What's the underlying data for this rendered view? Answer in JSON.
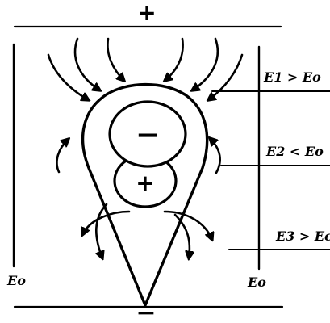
{
  "diagram": {
    "top_plate_sign": "+",
    "bottom_plate_sign": "−",
    "upper_charge_sign": "−",
    "lower_charge_sign": "+",
    "labels": {
      "e1": "E1 > Eo",
      "e2": "E2 < Eo",
      "e3": "E3 > Ec",
      "eo_left": "Eo",
      "eo_right": "Eo"
    },
    "colors": {
      "ink": "#000000",
      "background": "#ffffff"
    }
  }
}
